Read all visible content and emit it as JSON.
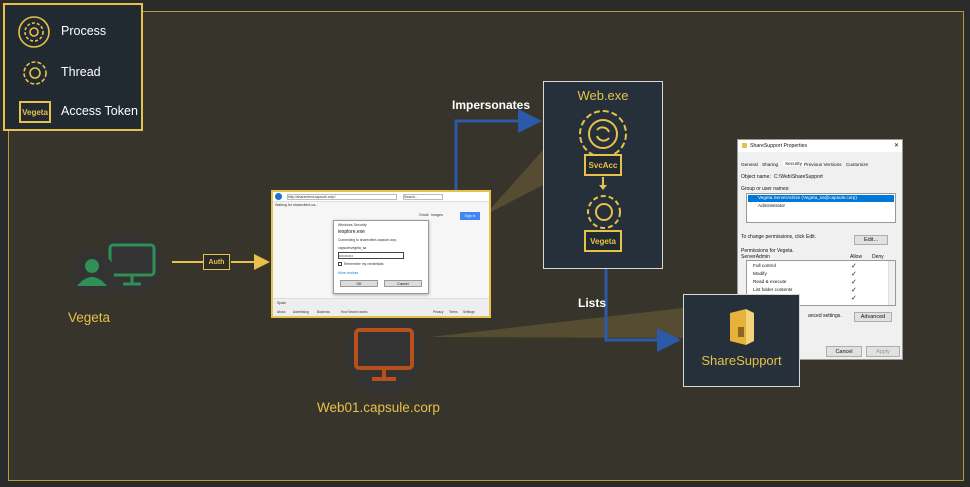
{
  "legend": {
    "process_label": "Process",
    "thread_label": "Thread",
    "token_text": "Vegeta",
    "token_label": "Access Token"
  },
  "nodes": {
    "attacker_label": "Vegeta",
    "server_label": "Web01.capsule.corp",
    "auth_label": "Auth",
    "impersonates_label": "Impersonates",
    "lists_label": "Lists",
    "webexe_title": "Web.exe",
    "svcacc_token": "SvcAcc",
    "vegeta_token": "Vegeta",
    "share_label": "ShareSupport"
  },
  "browser": {
    "url": "http://shareclient.capsule.corp/",
    "search_placeholder": "Search...",
    "tab_label": "Waiting for shareclient.ca...",
    "links": [
      "Gmail",
      "Images"
    ],
    "signin": "Sign in",
    "dialog_title": "Windows Security",
    "dialog_app": "iexplore.exe",
    "dialog_msg": "Connecting to shareclient.capsule.corp.",
    "dialog_user": "capsule\\vegeta_sa",
    "dialog_password": "••••••••••",
    "dialog_remember": "Remember my credentials",
    "dialog_more": "More choices",
    "dialog_ok": "OK",
    "dialog_cancel": "Cancel",
    "footer_country": "Spain",
    "footer_links": [
      "About",
      "Advertising",
      "Business",
      "How Search works"
    ],
    "footer_right": [
      "Privacy",
      "Terms",
      "Settings"
    ]
  },
  "props": {
    "title": "ShareSupport Properties",
    "tabs": [
      "General",
      "Sharing",
      "Security",
      "Previous Versions",
      "Customize"
    ],
    "object_label": "Object name:",
    "object_value": "C:\\Web\\ShareSupport",
    "group_label": "Group or user names:",
    "users": [
      "Vegeta.ServerAdmin (Vegeta_sa@capsule.corp)",
      "Administrator"
    ],
    "change_text": "To change permissions, click Edit.",
    "edit_btn": "Edit...",
    "perm_for": "Permissions for Vegeta.",
    "perm_for2": "ServerAdmin",
    "allow": "Allow",
    "deny": "Deny",
    "perms": [
      "Full control",
      "Modify",
      "Read & execute",
      "List folder contents"
    ],
    "adv_text": "anced settings.",
    "adv_btn": "Advanced",
    "cancel_btn": "Cancel",
    "apply_btn": "Apply"
  },
  "colors": {
    "gold": "#e8c14a",
    "green": "#2f8f57",
    "blue": "#2a5aa8",
    "orange": "#b8501a",
    "panel": "#25303a",
    "frame_bg": "#37342b"
  }
}
